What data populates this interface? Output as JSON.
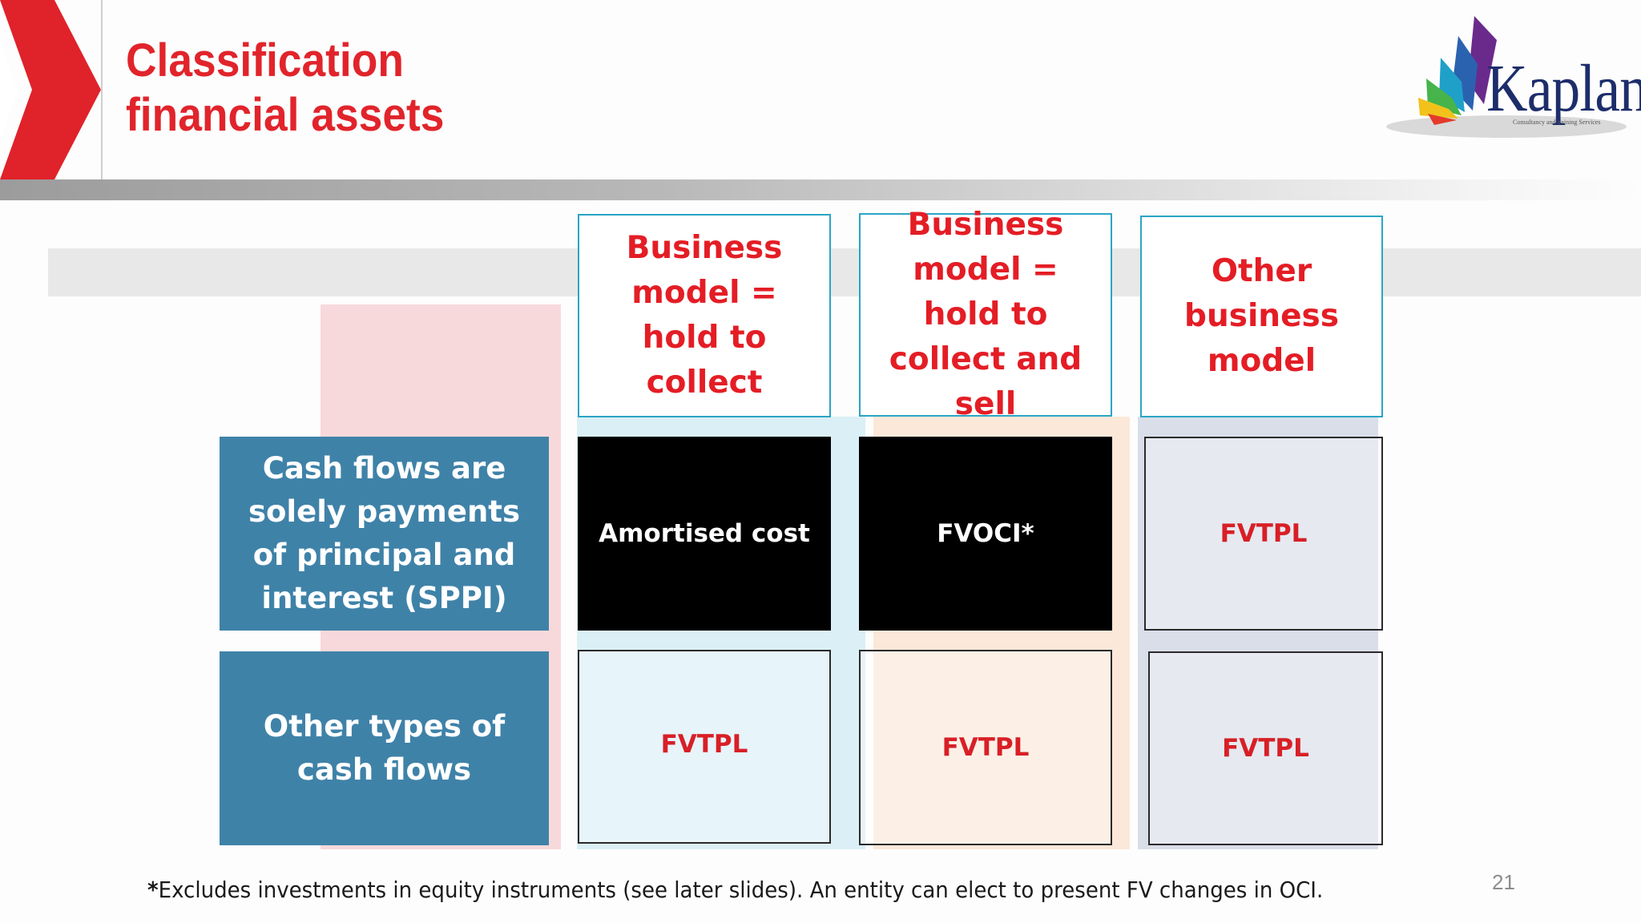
{
  "slide": {
    "title": "Classification\nfinancial assets",
    "page_number": "21"
  },
  "logo": {
    "word": "Kaplan",
    "tagline": "Consultancy and training Services"
  },
  "columns": [
    "Business model = hold to collect",
    "Business model = hold to collect and sell",
    "Other business model"
  ],
  "rows": [
    {
      "label": "Cash flows are solely payments of principal and interest (SPPI)",
      "cells": [
        "Amortised cost",
        "FVOCI*",
        "FVTPL"
      ]
    },
    {
      "label": "Other types of cash flows",
      "cells": [
        "FVTPL",
        "FVTPL",
        "FVTPL"
      ]
    }
  ],
  "footnote": {
    "mark": "*",
    "text": "Excludes investments in equity instruments (see later slides). An entity can elect to present FV changes in OCI."
  },
  "colors": {
    "title_red": "#e1242b",
    "header_border": "#2aa5c4",
    "row_header_blue": "#3f82a8",
    "result_red": "#d81f26"
  }
}
